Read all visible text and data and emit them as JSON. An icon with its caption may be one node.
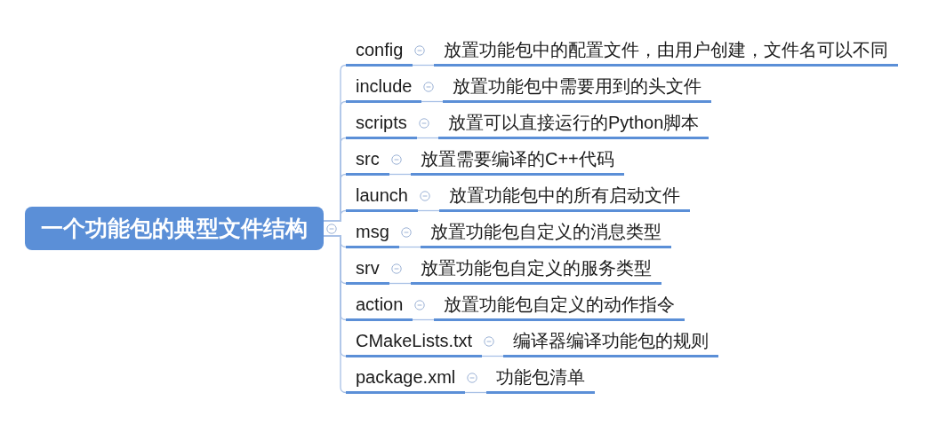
{
  "diagram": {
    "nodes": [
      {
        "text": [
          "一个功能包的典型文件结构"
        ]
      },
      {
        "text": [
          "config"
        ]
      },
      {
        "text": [
          "放置功能包中的配置文件，由用户创建，文件名可以不同"
        ]
      },
      {
        "text": [
          "include"
        ]
      },
      {
        "text": [
          "放置功能包中需要用到的头文件"
        ]
      },
      {
        "text": [
          "scripts"
        ]
      },
      {
        "text": [
          "放置可以直接运行的Python脚本"
        ]
      },
      {
        "text": [
          "src"
        ]
      },
      {
        "text": [
          "放置需要编译的C++代码"
        ]
      },
      {
        "text": [
          "launch"
        ]
      },
      {
        "text": [
          "放置功能包中的所有启动文件"
        ]
      },
      {
        "text": [
          "msg"
        ]
      },
      {
        "text": [
          "放置功能包自定义的消息类型"
        ]
      },
      {
        "text": [
          "srv"
        ]
      },
      {
        "text": [
          "放置功能包自定义的服务类型"
        ]
      },
      {
        "text": [
          "action"
        ]
      },
      {
        "text": [
          "放置功能包自定义的动作指令"
        ]
      },
      {
        "text": [
          "CMakeLists.txt"
        ]
      },
      {
        "text": [
          "编译器编译功能包的规则"
        ]
      },
      {
        "text": [
          "package.xml"
        ]
      },
      {
        "text": [
          "功能包清单"
        ]
      }
    ],
    "edges": [
      {
        "from": 0,
        "to": 1,
        "arrow": "none"
      },
      {
        "from": 0,
        "to": 3,
        "arrow": "none"
      },
      {
        "from": 0,
        "to": 5,
        "arrow": "none"
      },
      {
        "from": 0,
        "to": 7,
        "arrow": "none"
      },
      {
        "from": 0,
        "to": 9,
        "arrow": "none"
      },
      {
        "from": 0,
        "to": 11,
        "arrow": "none"
      },
      {
        "from": 0,
        "to": 13,
        "arrow": "none"
      },
      {
        "from": 0,
        "to": 15,
        "arrow": "none"
      },
      {
        "from": 0,
        "to": 17,
        "arrow": "none"
      },
      {
        "from": 0,
        "to": 19,
        "arrow": "none"
      },
      {
        "from": 1,
        "to": 2,
        "arrow": "none"
      },
      {
        "from": 3,
        "to": 4,
        "arrow": "none"
      },
      {
        "from": 5,
        "to": 6,
        "arrow": "none"
      },
      {
        "from": 7,
        "to": 8,
        "arrow": "none"
      },
      {
        "from": 9,
        "to": 10,
        "arrow": "none"
      },
      {
        "from": 11,
        "to": 12,
        "arrow": "none"
      },
      {
        "from": 13,
        "to": 14,
        "arrow": "none"
      },
      {
        "from": 15,
        "to": 16,
        "arrow": "none"
      },
      {
        "from": 17,
        "to": 18,
        "arrow": "none"
      },
      {
        "from": 19,
        "to": 20,
        "arrow": "none"
      }
    ]
  }
}
